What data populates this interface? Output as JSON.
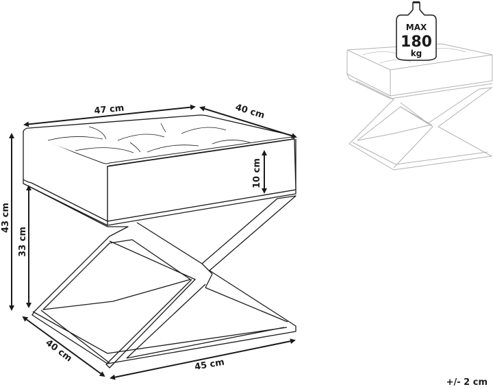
{
  "diagram": {
    "subject": "Upholstered stool with tufted cushion and X-shaped metal base",
    "dimensions": {
      "seat_width": "47 cm",
      "seat_depth": "40 cm",
      "cushion_height": "10 cm",
      "total_height": "43 cm",
      "base_height": "33 cm",
      "base_depth": "40 cm",
      "base_width": "45 cm"
    },
    "tolerance": "+/- 2 cm",
    "max_load": {
      "label_top": "MAX",
      "value": "180",
      "unit": "kg"
    },
    "colors": {
      "line": "#1a1a1a",
      "faded_line": "#b0b0b0",
      "background": "#ffffff"
    }
  }
}
